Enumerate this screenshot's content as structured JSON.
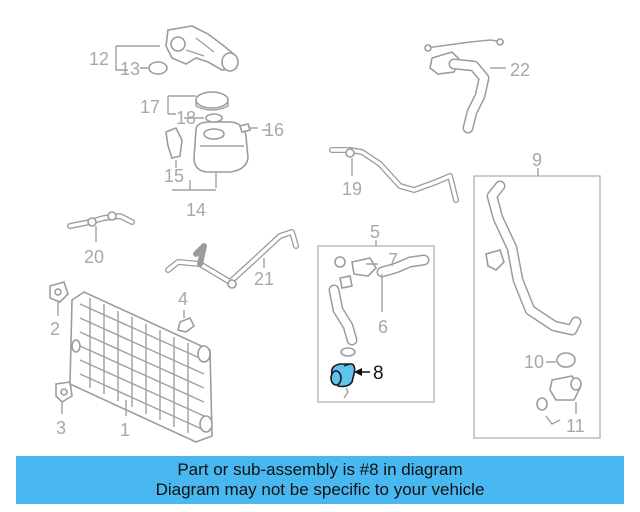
{
  "callouts": {
    "n1": "1",
    "n2": "2",
    "n3": "3",
    "n4": "4",
    "n5": "5",
    "n6": "6",
    "n7": "7",
    "n8": "8",
    "n9": "9",
    "n10": "10",
    "n11": "11",
    "n12": "12",
    "n13": "13",
    "n14": "14",
    "n15": "15",
    "n16": "16",
    "n17": "17",
    "n18": "18",
    "n19": "19",
    "n20": "20",
    "n21": "21",
    "n22": "22"
  },
  "highlight": {
    "part_number": "8",
    "color": "#5ec4ec"
  },
  "banner": {
    "line1": "Part or sub-assembly is #8 in diagram",
    "line2": "Diagram may not be specific to your vehicle",
    "color": "#4ab8f0"
  }
}
